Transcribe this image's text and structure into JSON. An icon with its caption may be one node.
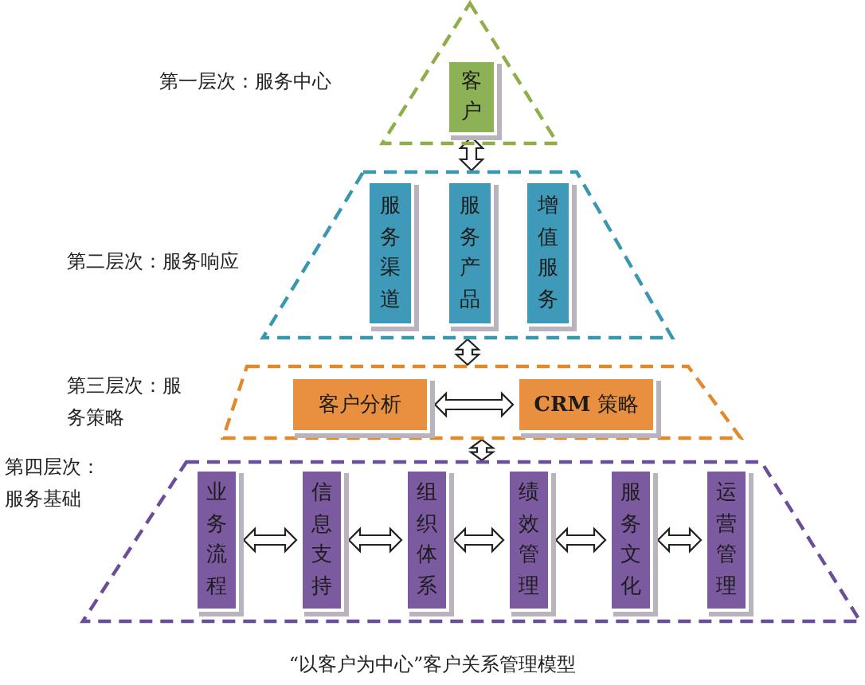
{
  "diagram": {
    "caption": "“以客户为中心”客户关系管理模型",
    "nodes": [
      {
        "text": [
          "第一层次：服务中心"
        ]
      },
      {
        "text": [
          "客户"
        ],
        "in": 0
      },
      {
        "text": [
          "第二层次：服务响应"
        ]
      },
      {
        "text": [
          "服务渠道"
        ],
        "in": 2
      },
      {
        "text": [
          "服务产品"
        ],
        "in": 2
      },
      {
        "text": [
          "增值服务"
        ],
        "in": 2
      },
      {
        "text": [
          "第三层次：服务策略"
        ]
      },
      {
        "text": [
          "客户分析"
        ],
        "in": 6
      },
      {
        "text": [
          "**CRM** 策略"
        ],
        "in": 6
      },
      {
        "text": [
          "第四层次：服务基础"
        ]
      },
      {
        "text": [
          "业务流程"
        ],
        "in": 9
      },
      {
        "text": [
          "信息支持"
        ],
        "in": 9
      },
      {
        "text": [
          "组织体系"
        ],
        "in": 9
      },
      {
        "text": [
          "绩效管理"
        ],
        "in": 9
      },
      {
        "text": [
          "服务文化"
        ],
        "in": 9
      },
      {
        "text": [
          "运营管理"
        ],
        "in": 9
      }
    ],
    "edges": [
      {
        "from": 1,
        "to": 2,
        "arrow": "both"
      },
      {
        "from": 2,
        "to": 6,
        "arrow": "both"
      },
      {
        "from": 6,
        "to": 9,
        "arrow": "both"
      },
      {
        "from": 7,
        "to": 8,
        "arrow": "both"
      },
      {
        "from": 10,
        "to": 11,
        "arrow": "both"
      },
      {
        "from": 11,
        "to": 12,
        "arrow": "both"
      },
      {
        "from": 12,
        "to": 13,
        "arrow": "both"
      },
      {
        "from": 13,
        "to": 14,
        "arrow": "both"
      },
      {
        "from": 14,
        "to": 15,
        "arrow": "both"
      }
    ]
  }
}
